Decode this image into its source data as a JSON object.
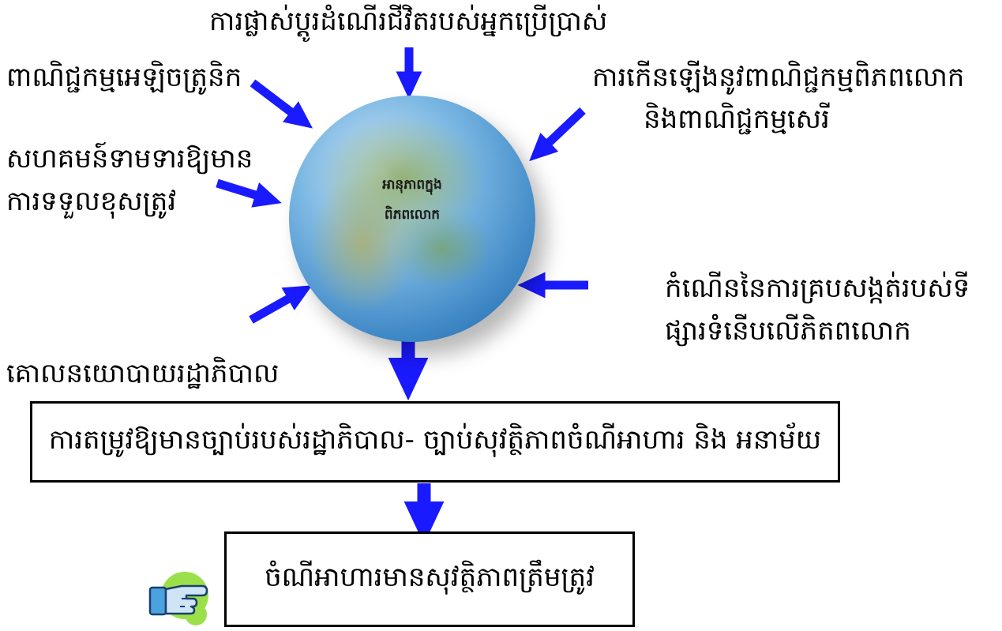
{
  "labels": {
    "top": "ការផ្លាស់ប្តូរដំណើរជីវិតរបស់អ្នកប្រើប្រាស់",
    "ecommerce": "ពាណិជ្ជកម្មអេឡិចត្រូនិក",
    "global_trade_line1": "ការកើនឡើងនូវពាណិជ្ជកម្មពិភពលោក",
    "global_trade_line2": "និងពាណិជ្ជកម្មសេរី",
    "society_line1": "សហគមន៍ទាមទារឱ្យមាន",
    "society_line2": "ការទទួលខុសត្រូវ",
    "growth_line1": "កំណើននៃការគ្របសង្កត់របស់ទី",
    "growth_line2": "ផ្សារទំនើបលើភិតពលោក",
    "policy": "គោលនយោបាយរដ្ឋាភិបាល"
  },
  "globe": {
    "line1": "អានុភាពក្នុង",
    "line2": "ពិភពលោក"
  },
  "boxes": {
    "law": "ការតម្រូវឱ្យមានច្បាប់របស់រដ្ឋាភិបាល- ច្បាប់សុវត្ថិភាពចំណីអាហារ និង អនាម័យ",
    "result": "ចំណីអាហារមានសុវត្ថិភាពត្រឹមត្រូវ"
  },
  "colors": {
    "arrow": "#1a1aff",
    "hand_bg": "#9be04a"
  }
}
